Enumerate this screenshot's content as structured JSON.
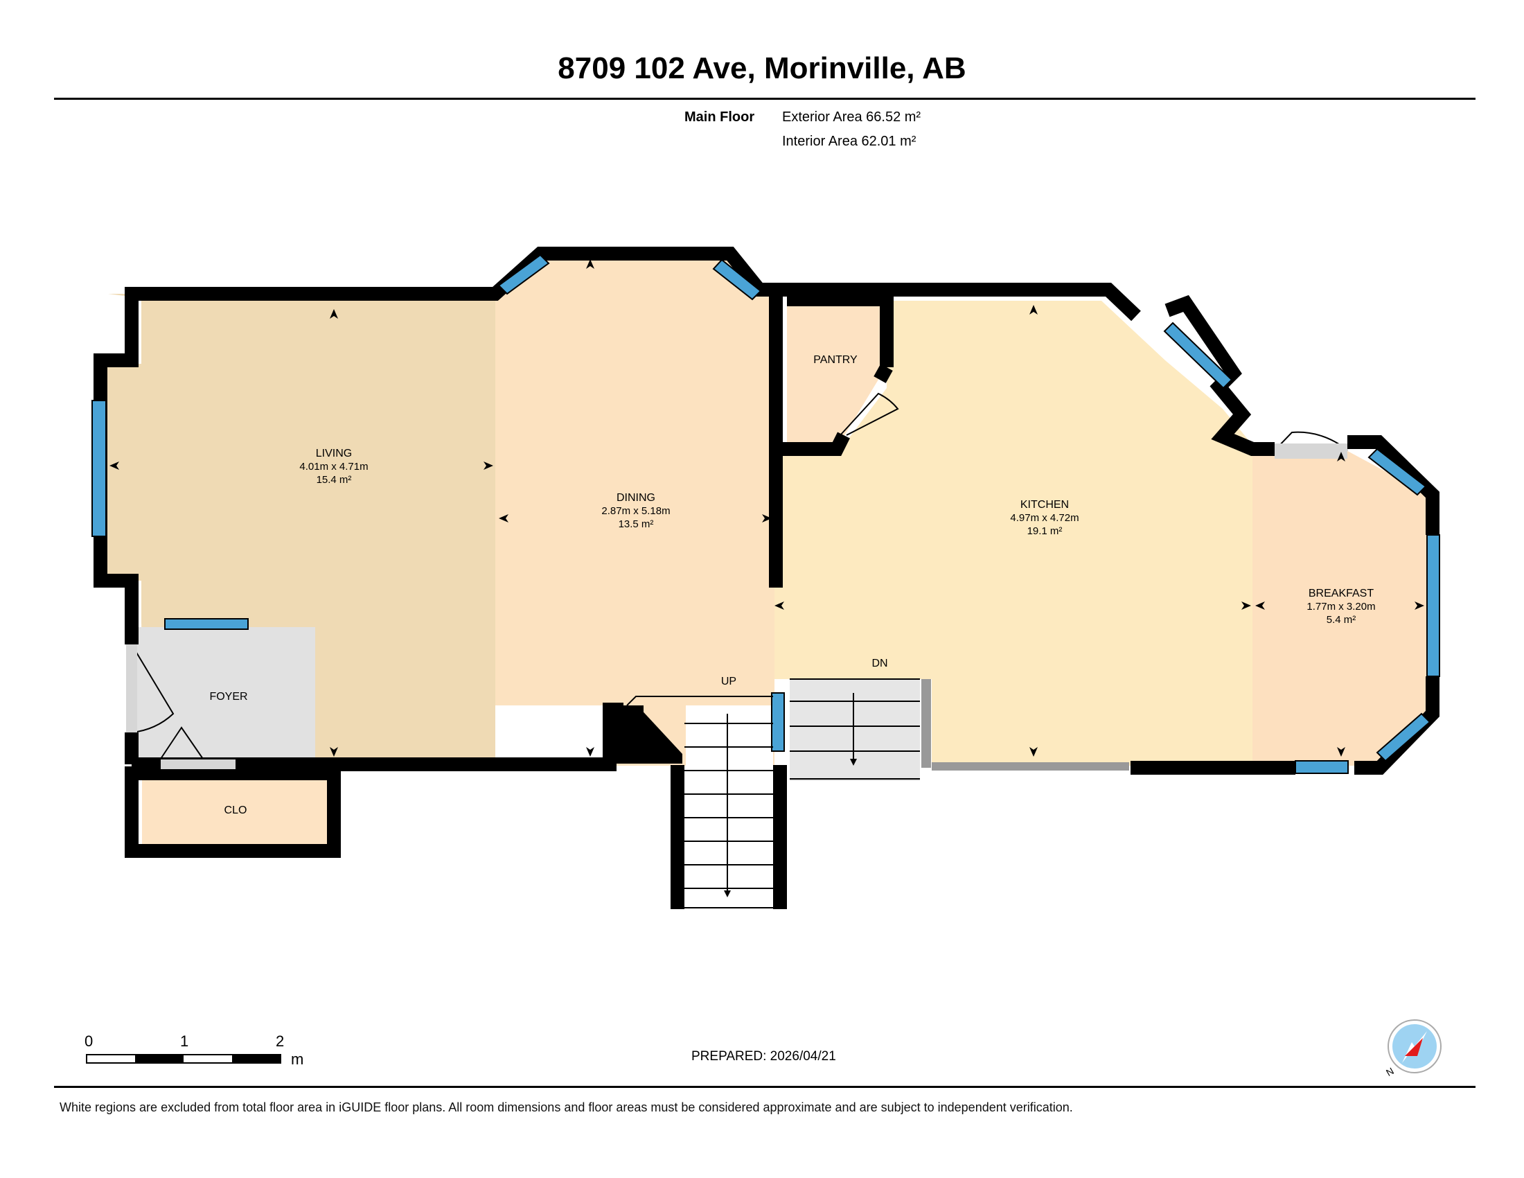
{
  "header": {
    "title": "8709 102 Ave, Morinville, AB"
  },
  "summary": {
    "floor_label": "Main Floor",
    "exterior_area": "Exterior Area 66.52 m²",
    "interior_area": "Interior Area 62.01 m²"
  },
  "rooms": {
    "living": {
      "name": "LIVING",
      "dims": "4.01m x 4.71m",
      "area": "15.4 m²"
    },
    "dining": {
      "name": "DINING",
      "dims": "2.87m x 5.18m",
      "area": "13.5 m²"
    },
    "pantry": {
      "name": "PANTRY"
    },
    "kitchen": {
      "name": "KITCHEN",
      "dims": "4.97m x 4.72m",
      "area": "19.1 m²"
    },
    "breakfast": {
      "name": "BREAKFAST",
      "dims": "1.77m x 3.20m",
      "area": "5.4 m²"
    },
    "foyer": {
      "name": "FOYER"
    },
    "closet": {
      "name": "CLO"
    }
  },
  "stairs": {
    "up_label": "UP",
    "down_label": "DN"
  },
  "scale_bar": {
    "tick_0": "0",
    "tick_1": "1",
    "tick_2": "2",
    "unit": "m"
  },
  "footer": {
    "prepared": "PREPARED: 2026/04/21",
    "disclaimer": "White regions are excluded from total floor area in iGUIDE floor plans. All room dimensions and floor areas must be considered approximate and are subject to independent verification."
  },
  "compass": {
    "north_label": "N"
  },
  "colors": {
    "living_fill": "#efdab4",
    "dining_fill": "#fce2c0",
    "kitchen_fill": "#fdeac0",
    "breakfast_fill": "#fde0bf",
    "closet_fill": "#fde3c3",
    "foyer_fill": "#e1e1e1",
    "wall": "#000000",
    "window": "#4aa3d6",
    "compass_face": "#9ed3f2",
    "compass_needle": "#e21b1b"
  }
}
